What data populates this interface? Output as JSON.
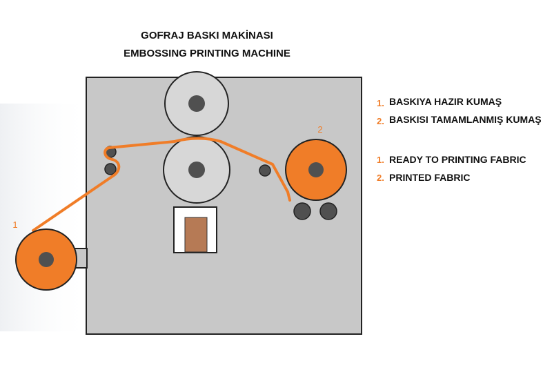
{
  "title_tr": "GOFRAJ BASKI MAKİNASI",
  "title_en": "EMBOSSING PRINTING MACHINE",
  "legend_tr": [
    {
      "num": "1.",
      "text": "BASKIYA HAZIR KUMAŞ"
    },
    {
      "num": "2.",
      "text": "BASKISI TAMAMLANMIŞ KUMAŞ"
    }
  ],
  "legend_en": [
    {
      "num": "1.",
      "text": "READY TO PRINTING FABRIC"
    },
    {
      "num": "2.",
      "text": "PRINTED FABRIC"
    }
  ],
  "roll_labels": {
    "input": "1",
    "output": "2"
  },
  "colors": {
    "machine_body": "#c8c8c8",
    "roller": "#d7d7d7",
    "hub": "#505050",
    "fabric": "#f07d28",
    "piston": "#b67a55",
    "outline": "#222222"
  }
}
